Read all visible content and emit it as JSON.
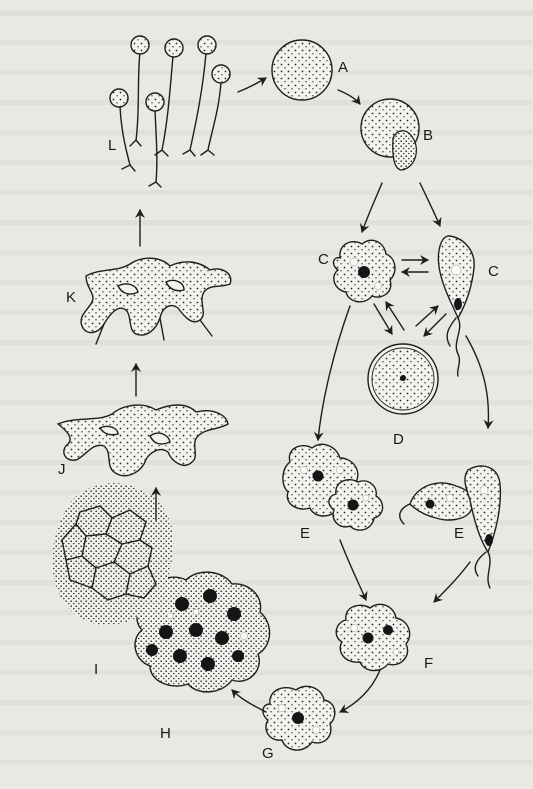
{
  "labels": {
    "A": "A",
    "B": "B",
    "C1": "C",
    "C2": "C",
    "D": "D",
    "E1": "E",
    "E2": "E",
    "F": "F",
    "G": "G",
    "H": "H",
    "I": "I",
    "J": "J",
    "K": "K",
    "L": "L"
  }
}
